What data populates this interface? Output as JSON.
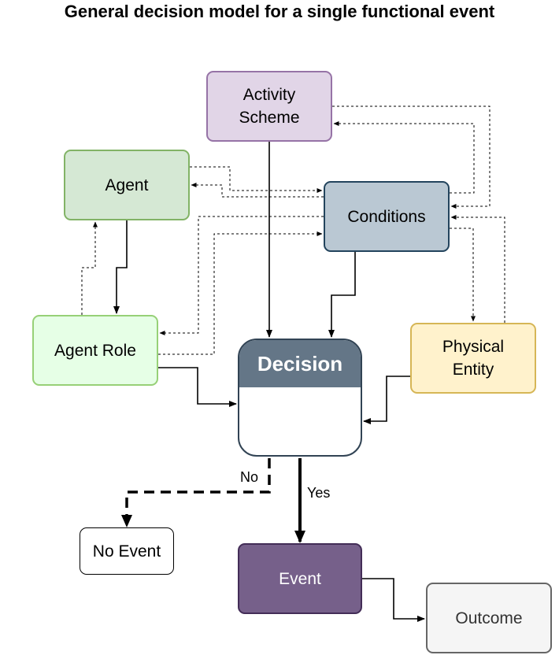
{
  "title": "General decision model for a single functional event",
  "nodes": {
    "activity_scheme": "Activity\nScheme",
    "agent": "Agent",
    "conditions": "Conditions",
    "agent_role": "Agent Role",
    "physical_entity": "Physical\nEntity",
    "decision": "Decision",
    "no_event": "No Event",
    "event": "Event",
    "outcome": "Outcome"
  },
  "edge_labels": {
    "no": "No",
    "yes": "Yes"
  },
  "colors": {
    "activity_fill": "#e1d5e7",
    "agent_fill": "#d5e8d4",
    "conditions_fill": "#bac8d3",
    "agent_role_fill": "#e6ffe6",
    "physical_fill": "#fff2cc",
    "decision_header": "#647687",
    "event_fill": "#76608a",
    "outcome_fill": "#f5f5f5"
  }
}
